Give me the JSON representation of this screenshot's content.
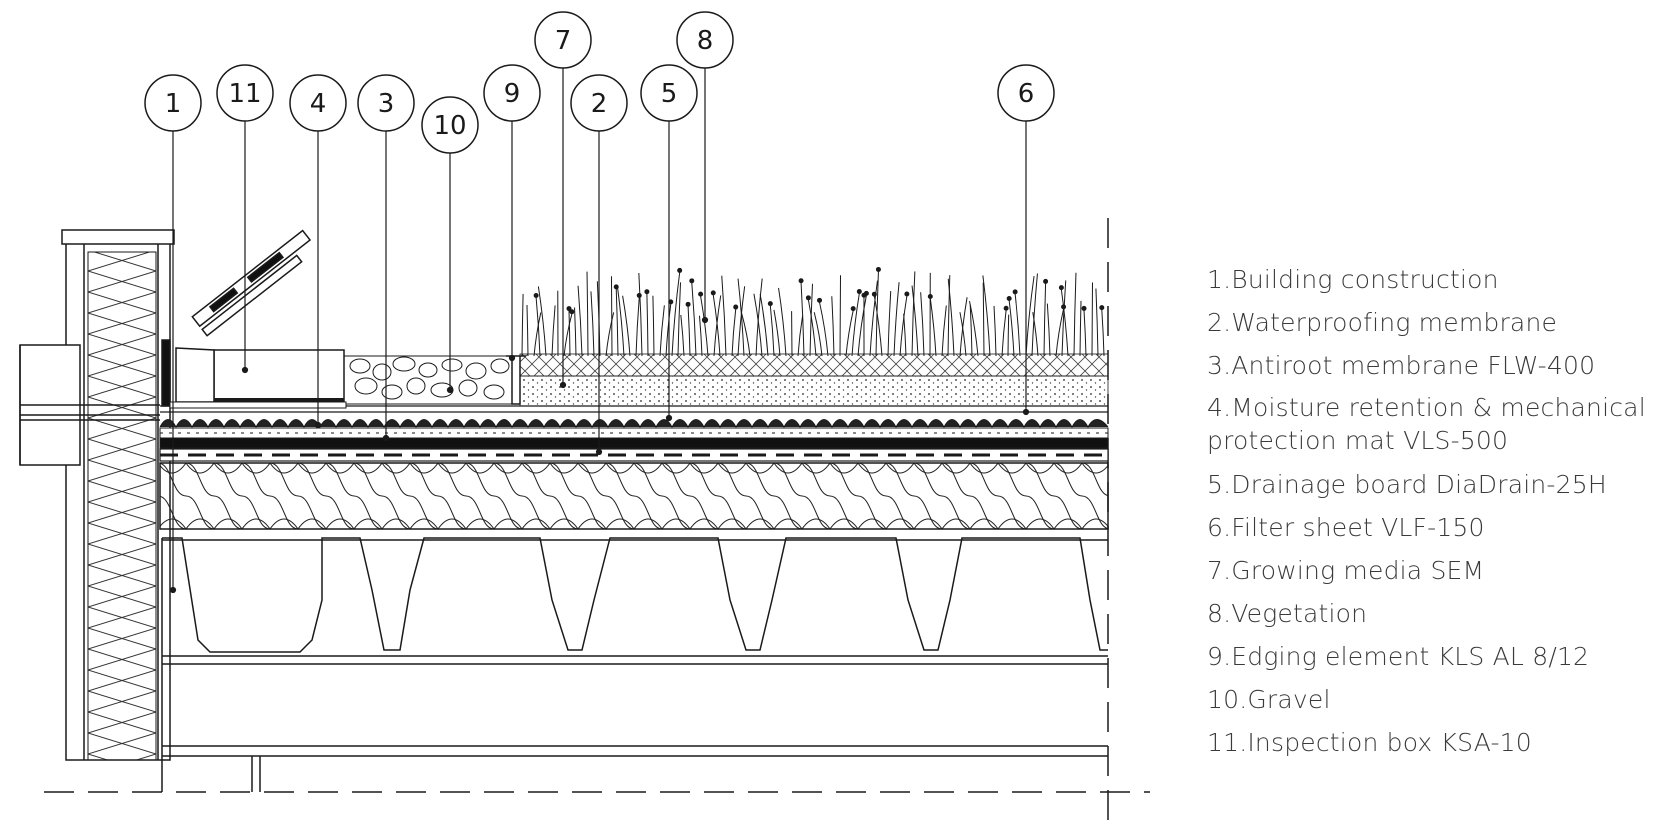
{
  "callouts": [
    {
      "label": "1"
    },
    {
      "label": "11"
    },
    {
      "label": "4"
    },
    {
      "label": "3"
    },
    {
      "label": "10"
    },
    {
      "label": "9"
    },
    {
      "label": "7"
    },
    {
      "label": "2"
    },
    {
      "label": "5"
    },
    {
      "label": "8"
    },
    {
      "label": "6"
    }
  ],
  "legend": [
    "1.Building construction",
    "2.Waterproofing membrane",
    "3.Antiroot membrane FLW-400",
    "4.Moisture retention & mechanical protection mat VLS-500",
    "5.Drainage board DiaDrain-25H",
    "6.Filter sheet VLF-150",
    "7.Growing media SEM",
    "8.Vegetation",
    "9.Edging element KLS AL 8/12",
    "10.Gravel",
    "11.Inspection box KSA-10"
  ]
}
